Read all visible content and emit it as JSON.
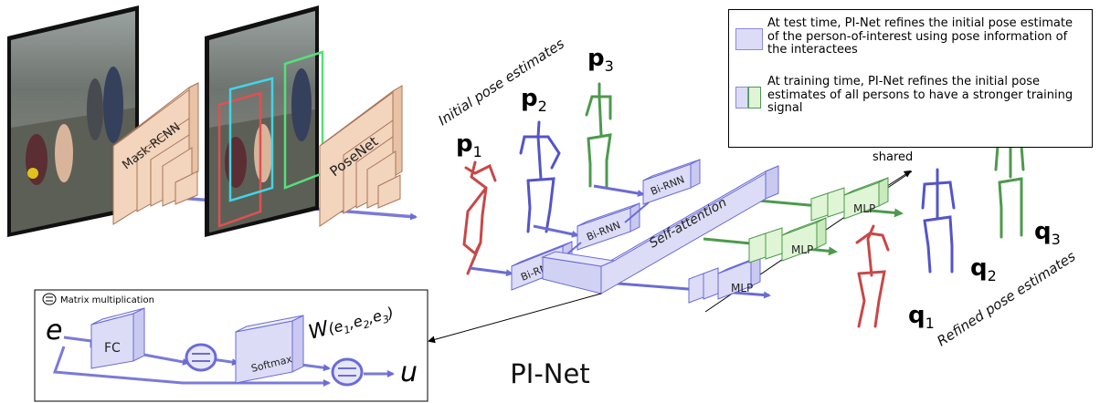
{
  "legend": {
    "test_text": "At test time, PI-Net refines the initial pose estimate of the person-of-interest using pose information of the interactees",
    "train_text": "At training time, PI-Net refines the initial pose estimates of all persons to have a stronger training signal"
  },
  "modules": {
    "mask_rcnn": "Mask-RCNN",
    "posenet": "PoseNet",
    "bi_rnn": "Bi-RNN",
    "self_attention": "Self-attention",
    "mlp": "MLP",
    "shared": "shared"
  },
  "labels": {
    "initial": "Initial pose estimates",
    "refined": "Refined pose estimates",
    "p1": "p",
    "p1_sub": "1",
    "p2": "p",
    "p2_sub": "2",
    "p3": "p",
    "p3_sub": "3",
    "q1": "q",
    "q1_sub": "1",
    "q2": "q",
    "q2_sub": "2",
    "q3": "q",
    "q3_sub": "3"
  },
  "inset": {
    "legend": "Matrix multiplication",
    "e": "e",
    "fc": "FC",
    "softmax": "Softmax",
    "w": "W",
    "w_args_open": "(e",
    "w_sub1": "1",
    "w_comma1": ",e",
    "w_sub2": "2",
    "w_comma2": ",e",
    "w_sub3": "3",
    "w_close": ")",
    "u": "u"
  },
  "title": "PI-Net",
  "colors": {
    "blue": "#6b6bd6",
    "light_blue": "#dcdcf7",
    "green": "#4c9a4c",
    "light_green": "#dff5d6",
    "red": "#c84848",
    "orange": "#f3d4bc",
    "cyan": "#3fd6e6"
  }
}
